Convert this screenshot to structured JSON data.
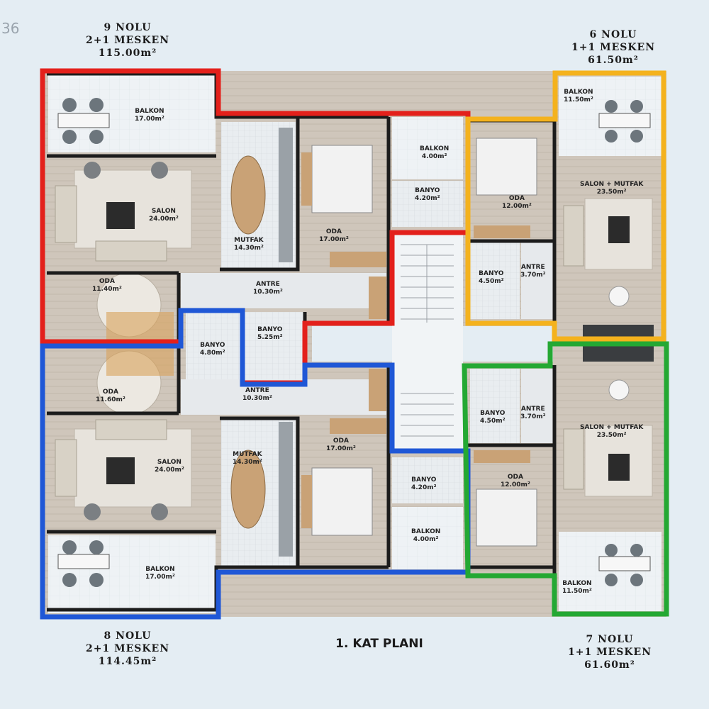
{
  "corner_tag": "36",
  "plan_title": "1. KAT PLANI",
  "units": {
    "u9": {
      "no": "9 NOLU",
      "type": "2+1 MESKEN",
      "area": "115.00m²",
      "color": "#e3201b"
    },
    "u6": {
      "no": "6 NOLU",
      "type": "1+1 MESKEN",
      "area": "61.50m²",
      "color": "#f4b21d"
    },
    "u8": {
      "no": "8 NOLU",
      "type": "2+1 MESKEN",
      "area": "114.45m²",
      "color": "#1f57d6"
    },
    "u7": {
      "no": "7 NOLU",
      "type": "1+1 MESKEN",
      "area": "61.60m²",
      "color": "#24a833"
    }
  },
  "rooms": {
    "r9_balkon": {
      "name": "BALKON",
      "area": "17.00m²"
    },
    "r9_salon": {
      "name": "SALON",
      "area": "24.00m²"
    },
    "r9_mutfak": {
      "name": "MUTFAK",
      "area": "14.30m²"
    },
    "r9_oda1": {
      "name": "ODA",
      "area": "17.00m²"
    },
    "r9_balkon2": {
      "name": "BALKON",
      "area": "4.00m²"
    },
    "r9_banyo1": {
      "name": "BANYO",
      "area": "4.20m²"
    },
    "r9_oda2": {
      "name": "ODA",
      "area": "11.40m²"
    },
    "r9_antre": {
      "name": "ANTRE",
      "area": "10.30m²"
    },
    "r9_banyo2": {
      "name": "BANYO",
      "area": "5.25m²"
    },
    "r8_banyo2": {
      "name": "BANYO",
      "area": "4.80m²"
    },
    "r8_oda2": {
      "name": "ODA",
      "area": "11.60m²"
    },
    "r8_antre": {
      "name": "ANTRE",
      "area": "10.30m²"
    },
    "r8_salon": {
      "name": "SALON",
      "area": "24.00m²"
    },
    "r8_mutfak": {
      "name": "MUTFAK",
      "area": "14.30m²"
    },
    "r8_oda1": {
      "name": "ODA",
      "area": "17.00m²"
    },
    "r8_banyo1": {
      "name": "BANYO",
      "area": "4.20m²"
    },
    "r8_balkon2": {
      "name": "BALKON",
      "area": "4.00m²"
    },
    "r8_balkon": {
      "name": "BALKON",
      "area": "17.00m²"
    },
    "r6_balkon": {
      "name": "BALKON",
      "area": "11.50m²"
    },
    "r6_salon": {
      "name": "SALON + MUTFAK",
      "area": "23.50m²"
    },
    "r6_oda": {
      "name": "ODA",
      "area": "12.00m²"
    },
    "r6_banyo": {
      "name": "BANYO",
      "area": "4.50m²"
    },
    "r6_antre": {
      "name": "ANTRE",
      "area": "3.70m²"
    },
    "r7_banyo": {
      "name": "BANYO",
      "area": "4.50m²"
    },
    "r7_antre": {
      "name": "ANTRE",
      "area": "3.70m²"
    },
    "r7_salon": {
      "name": "SALON + MUTFAK",
      "area": "23.50m²"
    },
    "r7_oda": {
      "name": "ODA",
      "area": "12.00m²"
    },
    "r7_balkon": {
      "name": "BALKON",
      "area": "11.50m²"
    }
  }
}
